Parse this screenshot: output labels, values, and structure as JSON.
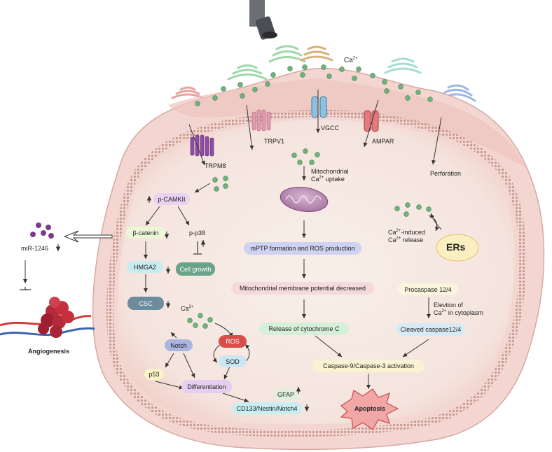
{
  "colors": {
    "cell_fill": "#f7dbd9",
    "cytoplasm": "#f4ebe6",
    "membrane": "#c69a8e",
    "calcium_dot": "#6fb47c",
    "ultrasound_green": "#9fd8a8",
    "ultrasound_gold": "#d7b27a",
    "ultrasound_blue": "#9bb8e0",
    "ultrasound_pink": "#e7a3a0",
    "apoptosis": "#e45a5f",
    "ros": "#d84e4a",
    "cell_growth": "#6aa38a",
    "csc": "#6d8c9e"
  },
  "ultrasound": {
    "calcium_label": "Ca",
    "calcium_sup": "2+"
  },
  "channels": {
    "trpm8": "TRPM8",
    "trpv1": "TRPV1",
    "vgcc": "VGCC",
    "ampar": "AMPAR",
    "perforation": "Perforation"
  },
  "left_pathway": {
    "camkii": "p-CAMKII",
    "beta_catenin": "β-catenin",
    "p38": "p-p38",
    "hmga2": "HMGA2",
    "cell_growth": "Cell growth",
    "csc": "CSC"
  },
  "mito": {
    "uptake_line1": "Mitochondrial",
    "uptake_line2_pre": "Ca",
    "uptake_line2_sup": "2+",
    "uptake_line2_post": " uptake",
    "mptp": "mPTP formation and ROS production",
    "potential": "Mitochondrial membrane potential decreased",
    "cytc": "Release of cytochrome C"
  },
  "er": {
    "label": "ERs",
    "release_line1_pre": "Ca",
    "release_line1_sup": "2+",
    "release_line1_post": "-induced",
    "release_line2_pre": "Ca",
    "release_line2_sup": "2+",
    "release_line2_post": " release",
    "procaspase": "Procaspase 12/4",
    "elevation_line1": "Elevtion of",
    "elevation_line2_pre": "Ca",
    "elevation_line2_sup": "2+",
    "elevation_line2_post": " in cytoplasm",
    "cleaved": "Cleaved caspase12/4"
  },
  "apoptosis": {
    "activation": "Caspase-9/Caspase-3 activation",
    "label": "Apoptosis"
  },
  "differentiation": {
    "ca_label": "Ca",
    "ca_sup": "2+",
    "notch": "Notch",
    "ros": "ROS",
    "sod": "SOD",
    "p53": "p53",
    "differentiation": "Differentiation",
    "gfap": "GFAP",
    "markers": "CD133/Nestin/Notch4"
  },
  "exosome": {
    "mir": "miR-1246",
    "angiogenesis": "Angiogenesis"
  }
}
